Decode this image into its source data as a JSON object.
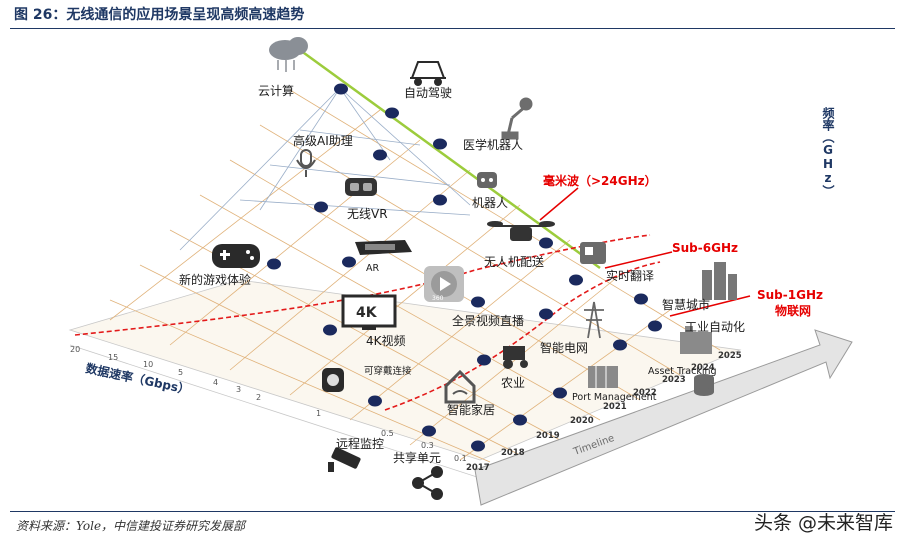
{
  "title": "图 26：无线通信的应用场景呈现高频高速趋势",
  "source": "资料来源：Yole，中信建投证券研究发展部",
  "watermark": "头条 @未来智库",
  "axes": {
    "frequency_label": "频率（GHz）",
    "rate_label": "数据速率（Gbps）",
    "timeline_label": "Timeline",
    "rate_ticks": [
      "20",
      "15",
      "10",
      "5",
      "4",
      "3",
      "2",
      "1",
      "0.5",
      "0.3",
      "0.1"
    ],
    "years": [
      "2017",
      "2018",
      "2019",
      "2020",
      "2021",
      "2022",
      "2023",
      "2024",
      "2025"
    ]
  },
  "bands": {
    "mmwave": "毫米波（>24GHz）",
    "sub6": "Sub-6GHz",
    "sub1": "Sub-1GHz",
    "iot": "物联网"
  },
  "applications": {
    "cloud": "云计算",
    "autodrive": "自动驾驶",
    "ai_assistant": "高级AI助理",
    "medical_robot": "医学机器人",
    "robot": "机器人",
    "wireless_vr": "无线VR",
    "ar": "AR",
    "drone": "无人机配送",
    "translation": "实时翻译",
    "gaming": "新的游戏体验",
    "video_4k": "4K视频",
    "panoramic": "全景视频直播",
    "smart_city": "智慧城市",
    "industrial": "工业自动化",
    "grid": "智能电网",
    "asset_tracking": "Asset Tracking",
    "wearable": "可穿戴连接",
    "agriculture": "农业",
    "port": "Port Management",
    "smart_home": "智能家居",
    "remote_monitor": "远程监控",
    "sharing": "共享单元"
  },
  "icon_360": "360"
}
